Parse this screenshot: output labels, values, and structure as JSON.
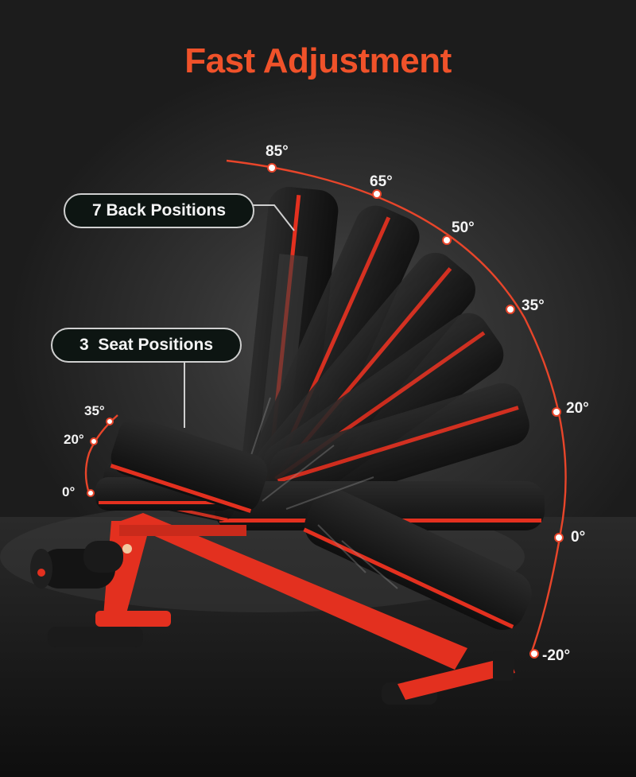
{
  "headline": "Fast Adjustment",
  "callouts": {
    "back_positions": "7 Back Positions",
    "seat_positions": "3  Seat Positions"
  },
  "back_angles": [
    "85°",
    "65°",
    "50°",
    "35°",
    "20°",
    "0°",
    "-20°"
  ],
  "seat_angles": [
    "35°",
    "20°",
    "0°"
  ],
  "colors": {
    "accent": "#f0522a",
    "frame_red": "#e3301f",
    "pad_black": "#151515",
    "pill_bg": "#0d1512"
  }
}
